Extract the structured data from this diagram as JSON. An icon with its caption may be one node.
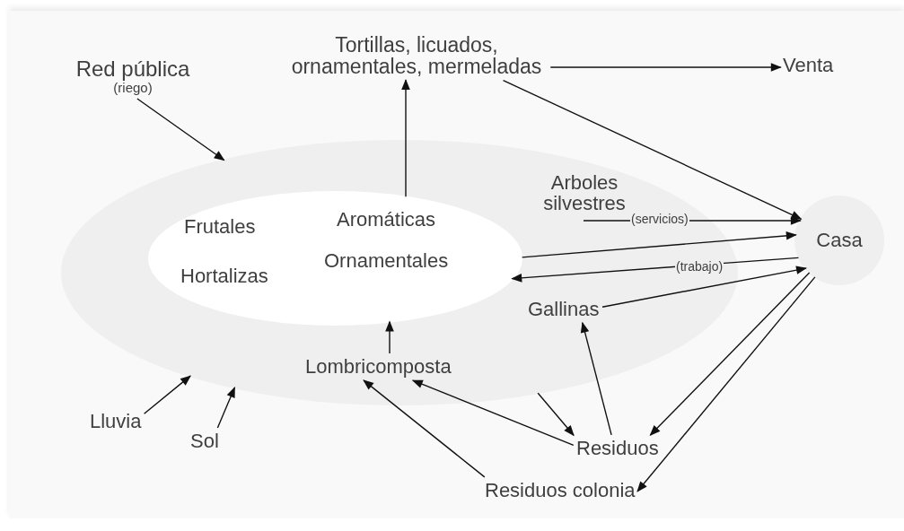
{
  "diagram": {
    "nodes": [
      {
        "text": [],
        "shape": "ellipse"
      },
      {
        "text": [
          "Frutales",
          "Hortalizas",
          "Aromáticas",
          "Ornamentales"
        ],
        "in": 0
      },
      {
        "text": [
          "Arboles silvestres"
        ],
        "in": 0
      },
      {
        "text": [
          "Gallinas"
        ],
        "in": 0
      },
      {
        "text": [
          "Lombricomposta"
        ],
        "in": 0
      },
      {
        "text": [
          "Red pública",
          "(riego)"
        ]
      },
      {
        "text": [
          "Tortillas, licuados, ornamentales, mermeladas"
        ]
      },
      {
        "text": [
          "Venta"
        ]
      },
      {
        "text": [
          "Casa"
        ]
      },
      {
        "text": [
          "Lluvia"
        ]
      },
      {
        "text": [
          "Sol"
        ]
      },
      {
        "text": [
          "Residuos"
        ]
      },
      {
        "text": [
          "Residuos colonia"
        ]
      }
    ],
    "edges": [
      {
        "from": 5,
        "to": 0,
        "arrow": "to"
      },
      {
        "from": 1,
        "to": 6,
        "arrow": "to"
      },
      {
        "from": 6,
        "to": 7,
        "arrow": "to"
      },
      {
        "from": 6,
        "to": 8,
        "arrow": "to"
      },
      {
        "from": 2,
        "to": 8,
        "arrow": "to",
        "label": "(servicios)"
      },
      {
        "from": 1,
        "to": 8,
        "arrow": "to"
      },
      {
        "from": 8,
        "to": 1,
        "arrow": "to",
        "label": "(trabajo)"
      },
      {
        "from": 3,
        "to": 8,
        "arrow": "to"
      },
      {
        "from": 4,
        "to": 1,
        "arrow": "to"
      },
      {
        "from": 9,
        "to": 0,
        "arrow": "to"
      },
      {
        "from": 10,
        "to": 0,
        "arrow": "to"
      },
      {
        "from": 11,
        "to": 3,
        "arrow": "to"
      },
      {
        "from": 8,
        "to": 11,
        "arrow": "to"
      },
      {
        "from": 8,
        "to": 12,
        "arrow": "to"
      },
      {
        "from": 11,
        "to": 4,
        "arrow": "to"
      },
      {
        "from": 12,
        "to": 4,
        "arrow": "to"
      },
      {
        "from": 0,
        "to": 11,
        "arrow": "to"
      }
    ]
  }
}
